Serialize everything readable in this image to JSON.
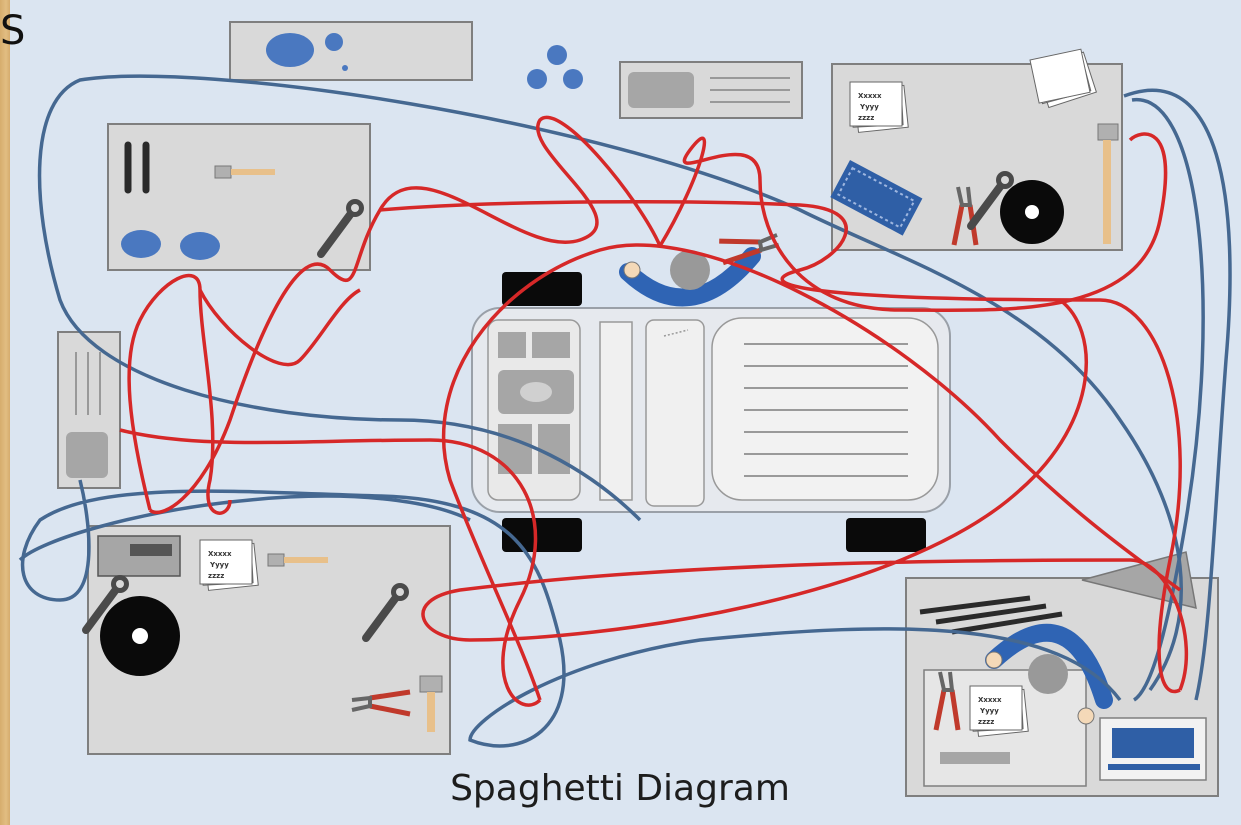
{
  "caption": "Spaghetti Diagram",
  "corner_fragment": "S",
  "colors": {
    "background": "#dbe5f1",
    "station_fill": "#d9d9d9",
    "station_stroke": "#7f7f7f",
    "path_red": "#d62828",
    "path_blue": "#456891",
    "accent_blue": "#4472c4",
    "operator_arc": "#2f64b4",
    "black": "#0a0a0a"
  },
  "icons": [
    "card-stack-icon",
    "hammer-icon",
    "wrench-icon",
    "pliers-icon",
    "keyboard-icon",
    "disc-icon",
    "operator-icon",
    "funnel-icon",
    "monitor-icon"
  ],
  "card_text": [
    "Xxxxx",
    "Yyyy",
    "zzzz"
  ]
}
